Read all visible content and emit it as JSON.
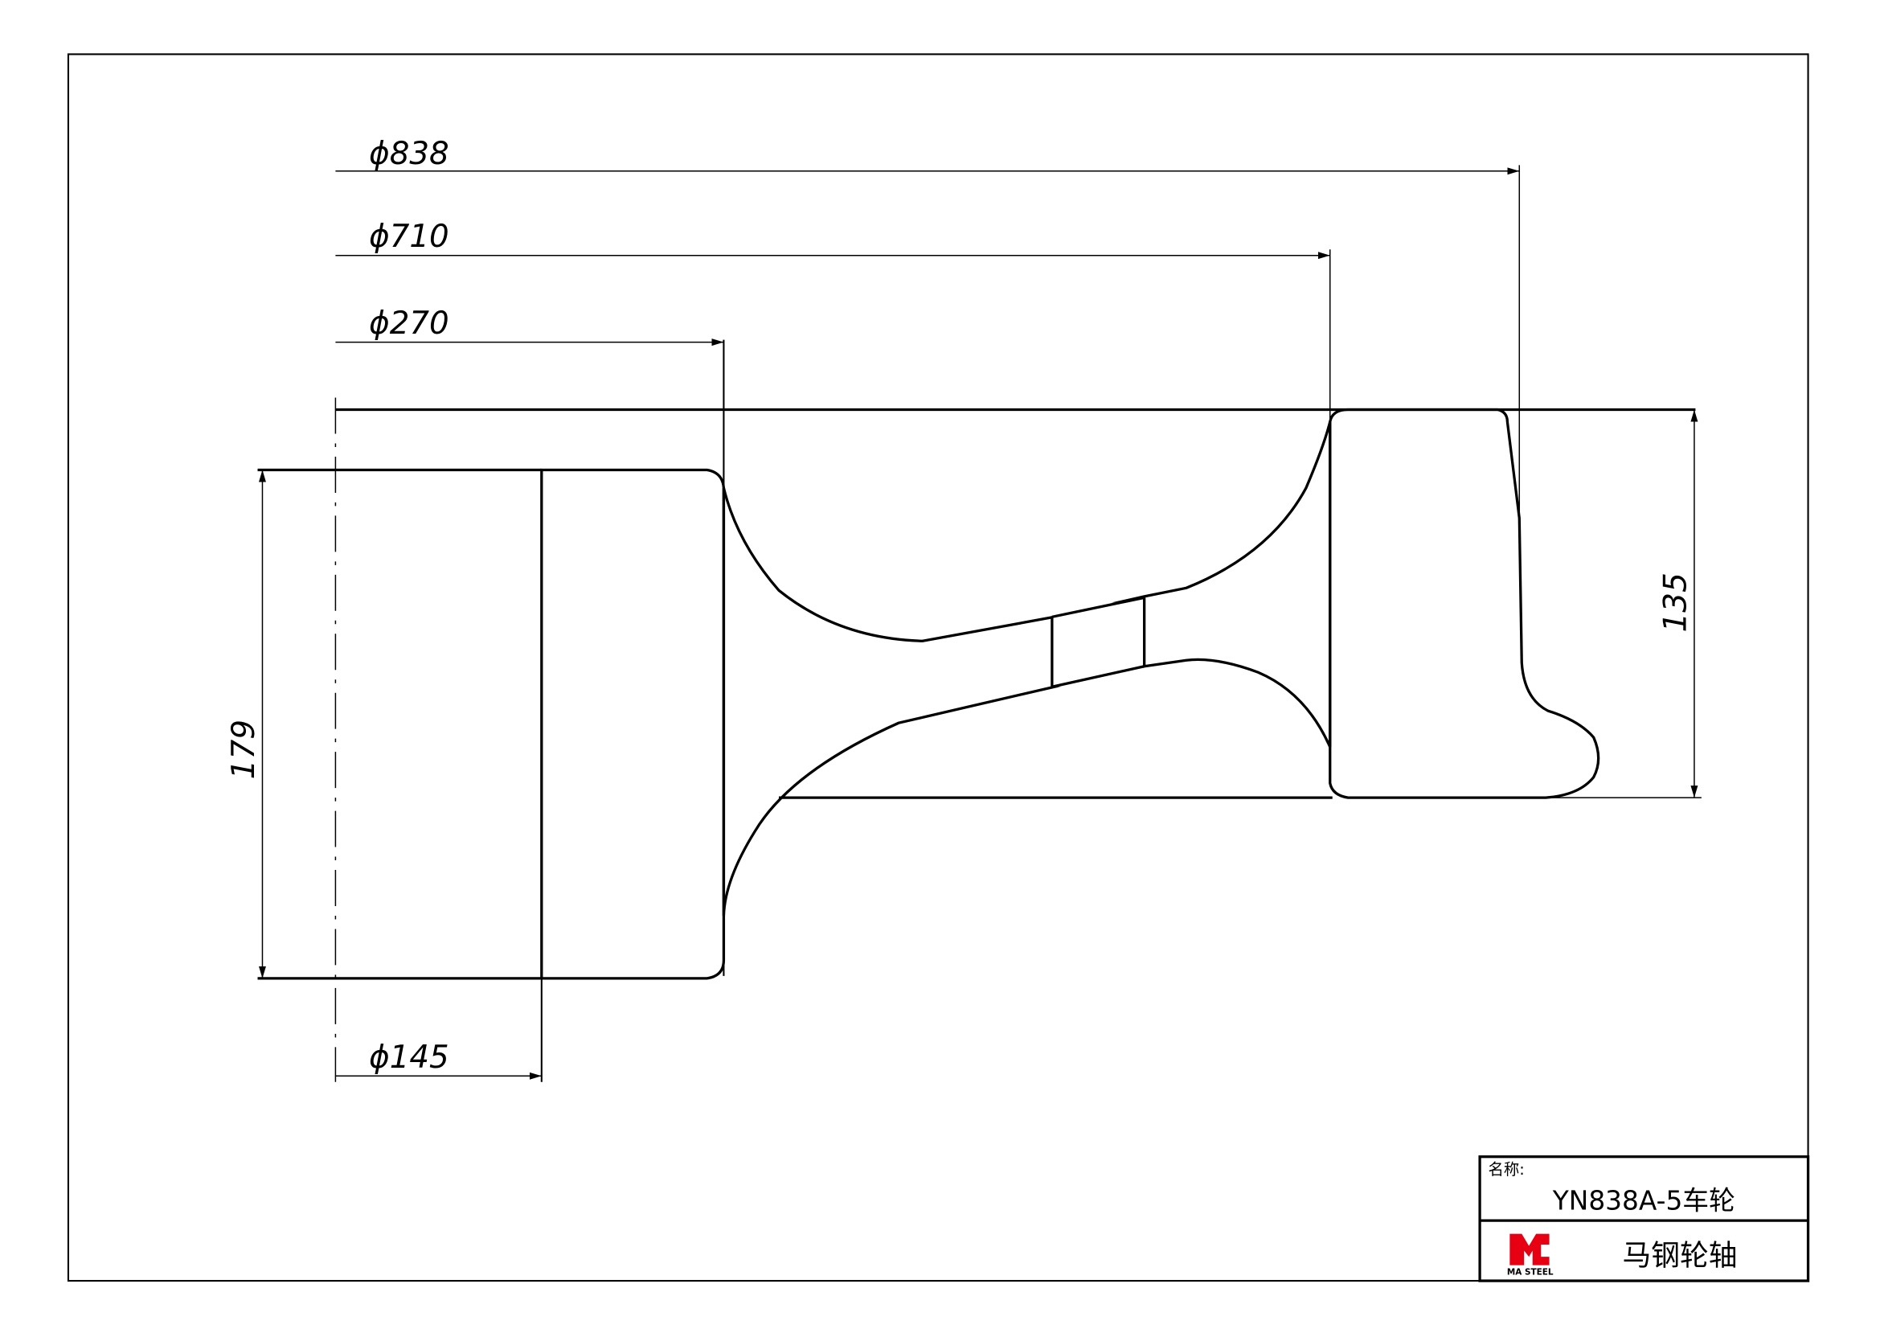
{
  "drawing": {
    "dimensions": {
      "d838": "ϕ838",
      "d710": "ϕ710",
      "d270": "ϕ270",
      "d145": "ϕ145",
      "h179": "179",
      "h135": "135"
    }
  },
  "title_block": {
    "name_label": "名称:",
    "name_value": "YN838A-5车轮",
    "logo_text": "MA STEEL",
    "company": "马钢轮轴",
    "logo_color": "#e60012"
  }
}
